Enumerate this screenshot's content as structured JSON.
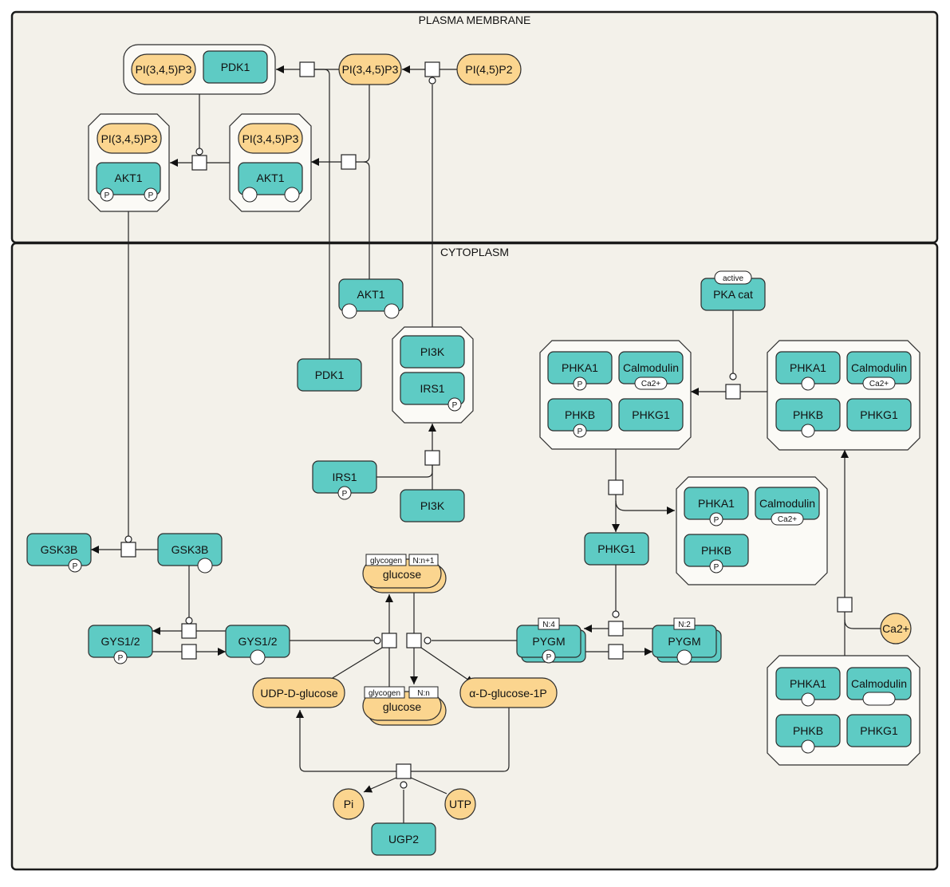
{
  "compartments": {
    "plasma_membrane": "PLASMA MEMBRANE",
    "cytoplasm": "CYTOPLASM"
  },
  "labels": {
    "pip3": "PI(3,4,5)P3",
    "pip2": "PI(4,5)P2",
    "pdk1": "PDK1",
    "akt1": "AKT1",
    "pi3k": "PI3K",
    "irs1": "IRS1",
    "pka_cat": "PKA cat",
    "active": "active",
    "phka1": "PHKA1",
    "calmodulin": "Calmodulin",
    "phkb": "PHKB",
    "phkg1": "PHKG1",
    "ca2_state": "Ca2+",
    "ca2": "Ca2+",
    "gsk3b": "GSK3B",
    "gys12": "GYS1/2",
    "glucose": "glucose",
    "glycogen": "glycogen",
    "n_plus_1": "N:n+1",
    "n_n": "N:n",
    "pygm": "PYGM",
    "n4": "N:4",
    "n2": "N:2",
    "udp_glucose": "UDP-D-glucose",
    "glucose_1p": "α-D-glucose-1P",
    "pi": "Pi",
    "utp": "UTP",
    "ugp2": "UGP2",
    "phospho": "P"
  },
  "colors": {
    "macromolecule": "#5ecbc4",
    "simple_chemical": "#fbd58f",
    "compartment": "#f3f1ea",
    "complex": "#fbfaf6"
  }
}
